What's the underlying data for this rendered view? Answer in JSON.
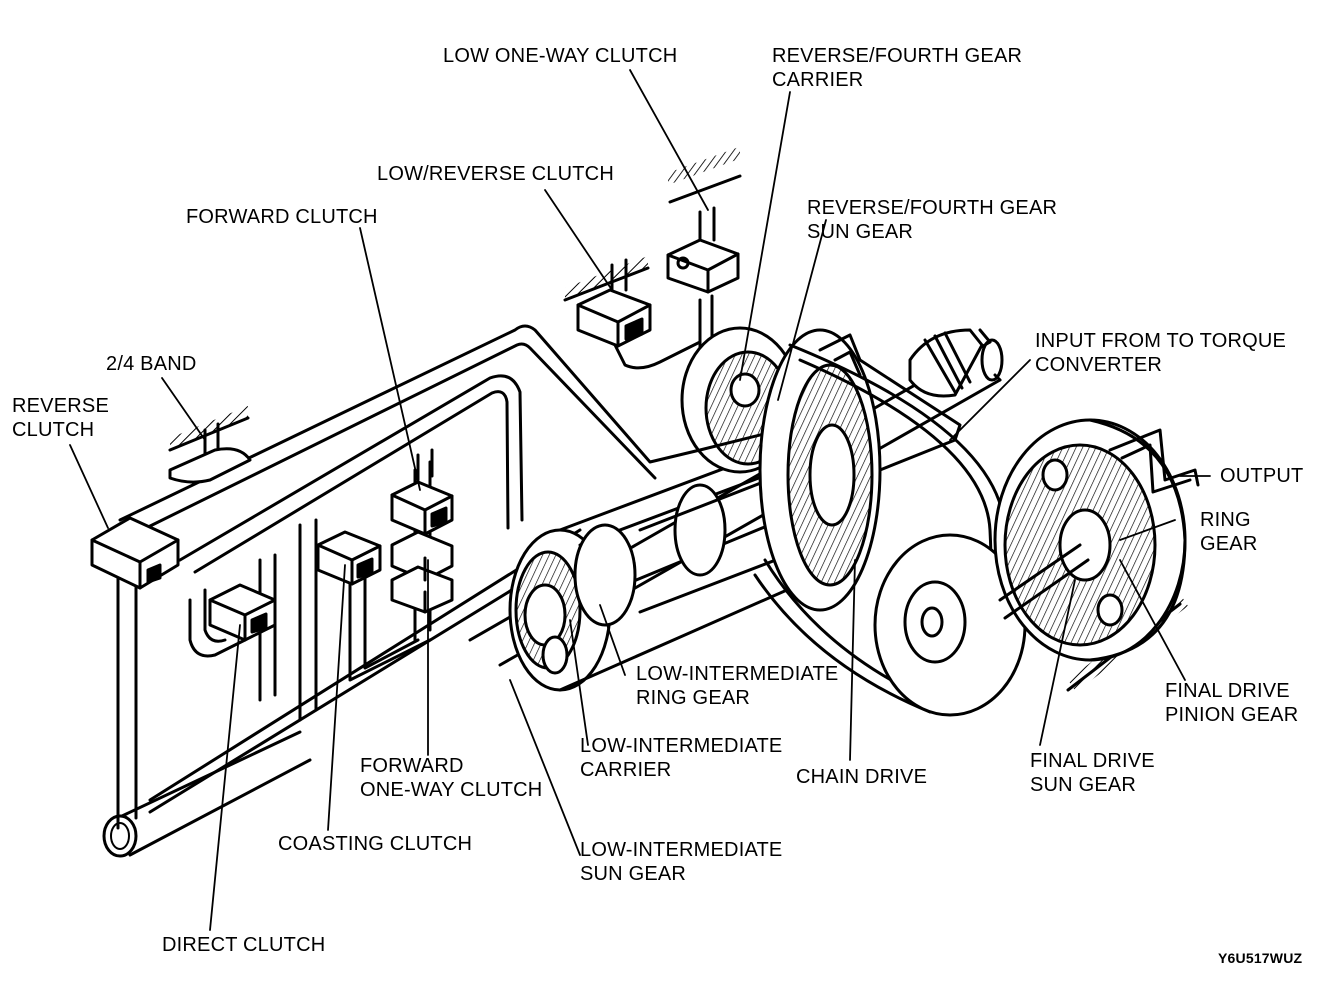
{
  "labels": {
    "low_one_way_clutch": [
      "LOW ONE-WAY CLUTCH"
    ],
    "reverse_fourth_carrier": [
      "REVERSE/FOURTH GEAR",
      "CARRIER"
    ],
    "low_reverse_clutch": [
      "LOW/REVERSE CLUTCH"
    ],
    "forward_clutch": [
      "FORWARD CLUTCH"
    ],
    "reverse_fourth_sun": [
      "REVERSE/FOURTH GEAR",
      "SUN GEAR"
    ],
    "input_torque": [
      "INPUT FROM TO TORQUE",
      "CONVERTER"
    ],
    "band_2_4": [
      "2/4 BAND"
    ],
    "reverse_clutch": [
      "REVERSE",
      "CLUTCH"
    ],
    "output": [
      "OUTPUT"
    ],
    "ring_gear": [
      "RING",
      "GEAR"
    ],
    "low_int_ring": [
      "LOW-INTERMEDIATE",
      "RING GEAR"
    ],
    "final_drive_pinion": [
      "FINAL DRIVE",
      "PINION GEAR"
    ],
    "low_int_carrier": [
      "LOW-INTERMEDIATE",
      "CARRIER"
    ],
    "forward_one_way": [
      "FORWARD",
      "ONE-WAY CLUTCH"
    ],
    "chain_drive": [
      "CHAIN DRIVE"
    ],
    "final_drive_sun": [
      "FINAL DRIVE",
      "SUN GEAR"
    ],
    "coasting_clutch": [
      "COASTING CLUTCH"
    ],
    "low_int_sun": [
      "LOW-INTERMEDIATE",
      "SUN GEAR"
    ],
    "direct_clutch": [
      "DIRECT CLUTCH"
    ]
  },
  "figure_code": "Y6U517WUZ"
}
